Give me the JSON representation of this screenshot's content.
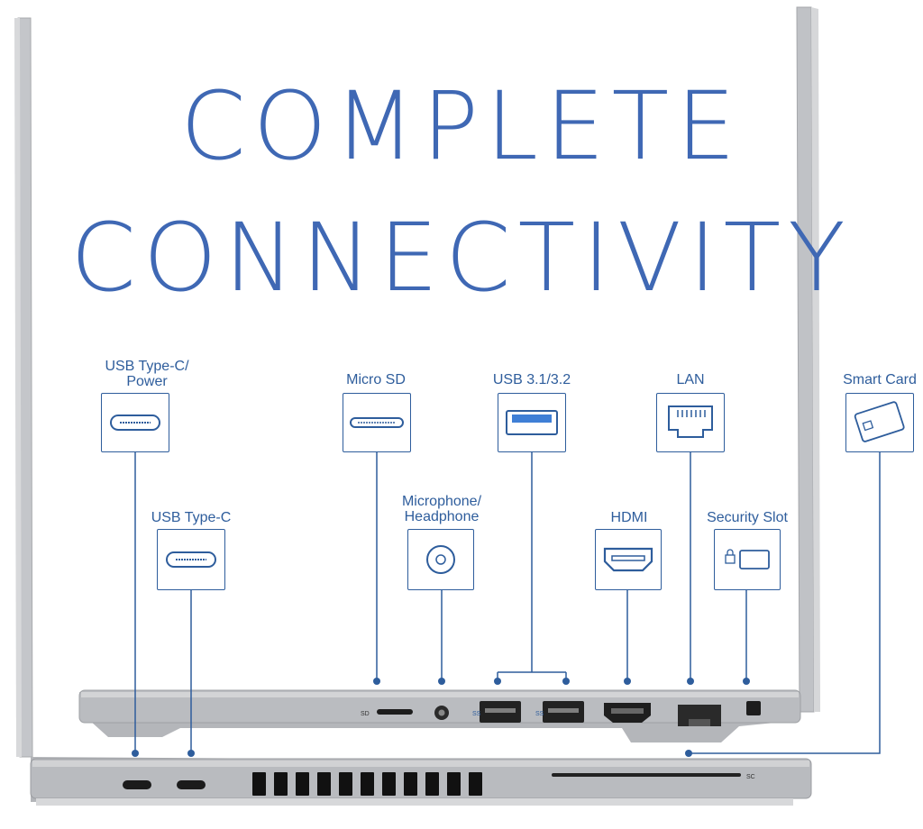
{
  "headline": {
    "line1": "COMPLETE",
    "line2": "CONNECTIVITY"
  },
  "ports": {
    "usb_c_power": {
      "line1": "USB Type-C/",
      "line2": "Power"
    },
    "usb_c": "USB Type-C",
    "micro_sd": "Micro SD",
    "mic_headphone": {
      "line1": "Microphone/",
      "line2": "Headphone"
    },
    "usb_31": "USB 3.1/3.2",
    "hdmi": "HDMI",
    "lan": "LAN",
    "security_slot": "Security Slot",
    "smart_card": "Smart Card"
  },
  "laptop_marks": {
    "sd": "SD",
    "sc": "SC"
  },
  "colors": {
    "accent": "#3f68b4",
    "callout": "#2e5d9c",
    "chassis": "#b7b9bd"
  }
}
